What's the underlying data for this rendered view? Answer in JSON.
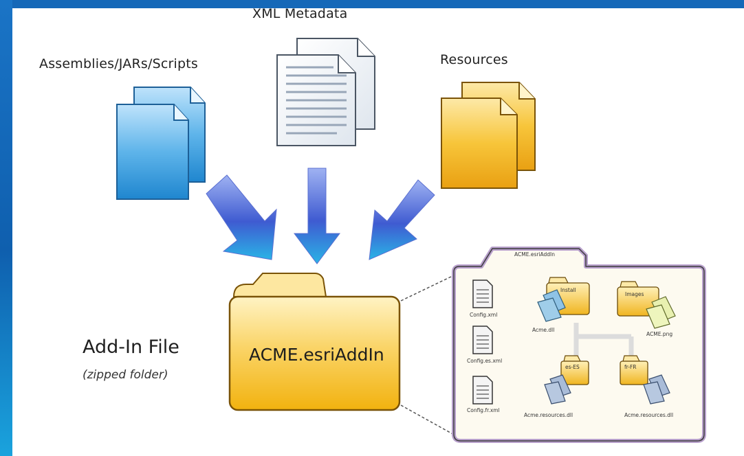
{
  "diagram": {
    "inputs": {
      "assemblies_label": "Assemblies/JARs/Scripts",
      "xml_label": "XML Metadata",
      "resources_label": "Resources"
    },
    "addin": {
      "title": "Add-In File",
      "subtitle": "(zipped folder)",
      "folder_label": "ACME.esriAddIn"
    },
    "contents": {
      "root_label": "ACME.esriAddIn",
      "config_files": [
        "Config.xml",
        "Config.es.xml",
        "Config.fr.xml"
      ],
      "folders": [
        "Install",
        "Images",
        "es-ES",
        "fr-FR"
      ],
      "files": [
        "Acme.dll",
        "ACME.png",
        "Acme.resources.dll",
        "Acme.resources.dll"
      ]
    },
    "colors": {
      "accent_blue": "#1565b5",
      "doc_blue": "#4aa6e3",
      "doc_yellow": "#f5b91f",
      "arrow_blue": "#3b55c8"
    }
  }
}
